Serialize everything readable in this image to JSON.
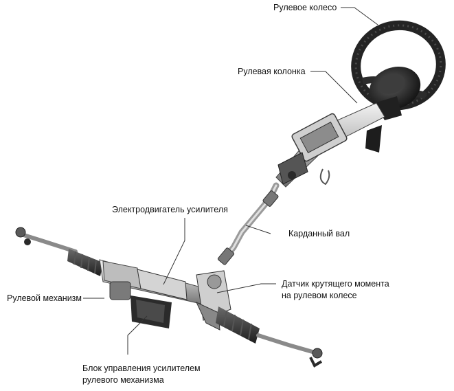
{
  "labels": {
    "steering_wheel": "Рулевое колесо",
    "steering_column": "Рулевая колонка",
    "assist_motor": "Электродвигатель усилителя",
    "cardan_shaft": "Карданный вал",
    "steering_gear": "Рулевой механизм",
    "torque_sensor_line1": "Датчик крутящего момента",
    "torque_sensor_line2": "на рулевом колесе",
    "control_unit_line1": "Блок управления усилителем",
    "control_unit_line2": "рулевого механизма"
  },
  "colors": {
    "text": "#111111",
    "leader": "#333333",
    "metal_light": "#d6d6d6",
    "metal_mid": "#9a9a9a",
    "metal_dark": "#3a3a3a",
    "rubber": "#2a2a2a"
  }
}
